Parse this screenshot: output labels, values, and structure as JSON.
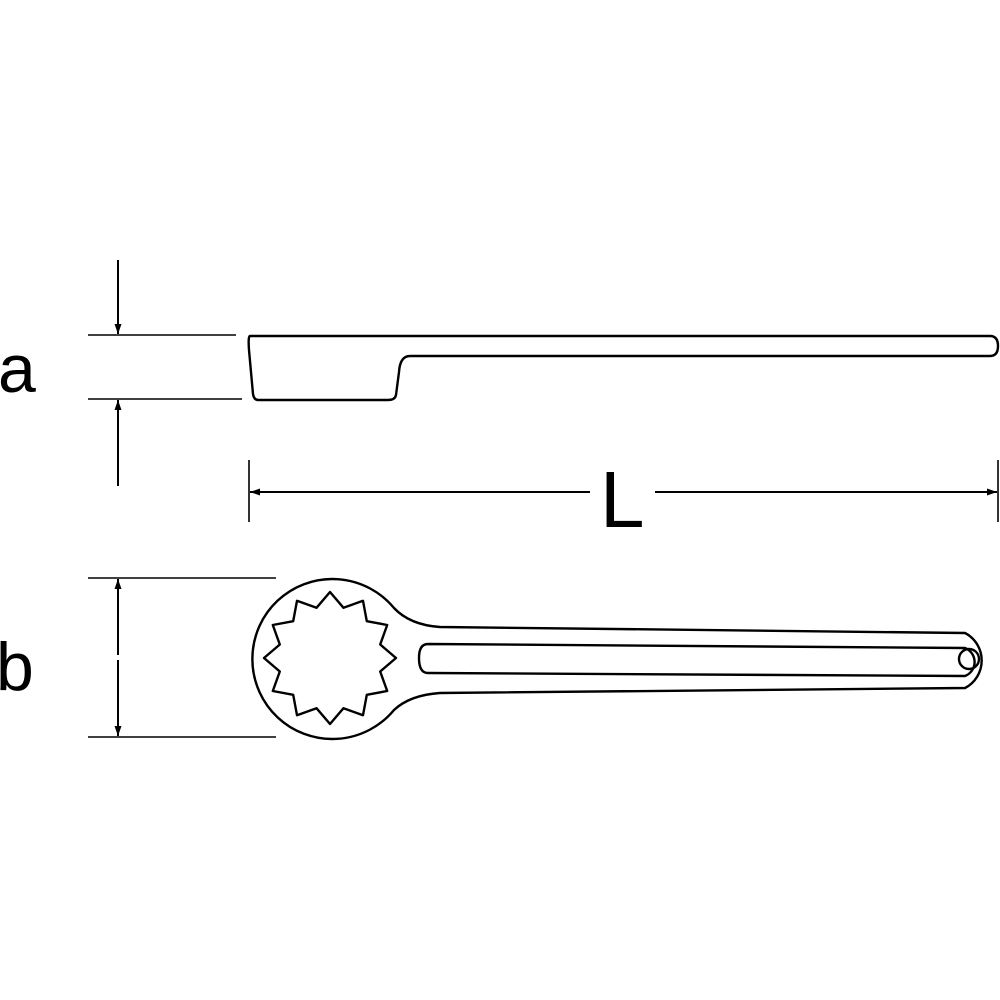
{
  "labels": {
    "a": "a",
    "L": "L",
    "b": "b"
  },
  "colors": {
    "stroke": "#000000",
    "background": "#ffffff"
  }
}
